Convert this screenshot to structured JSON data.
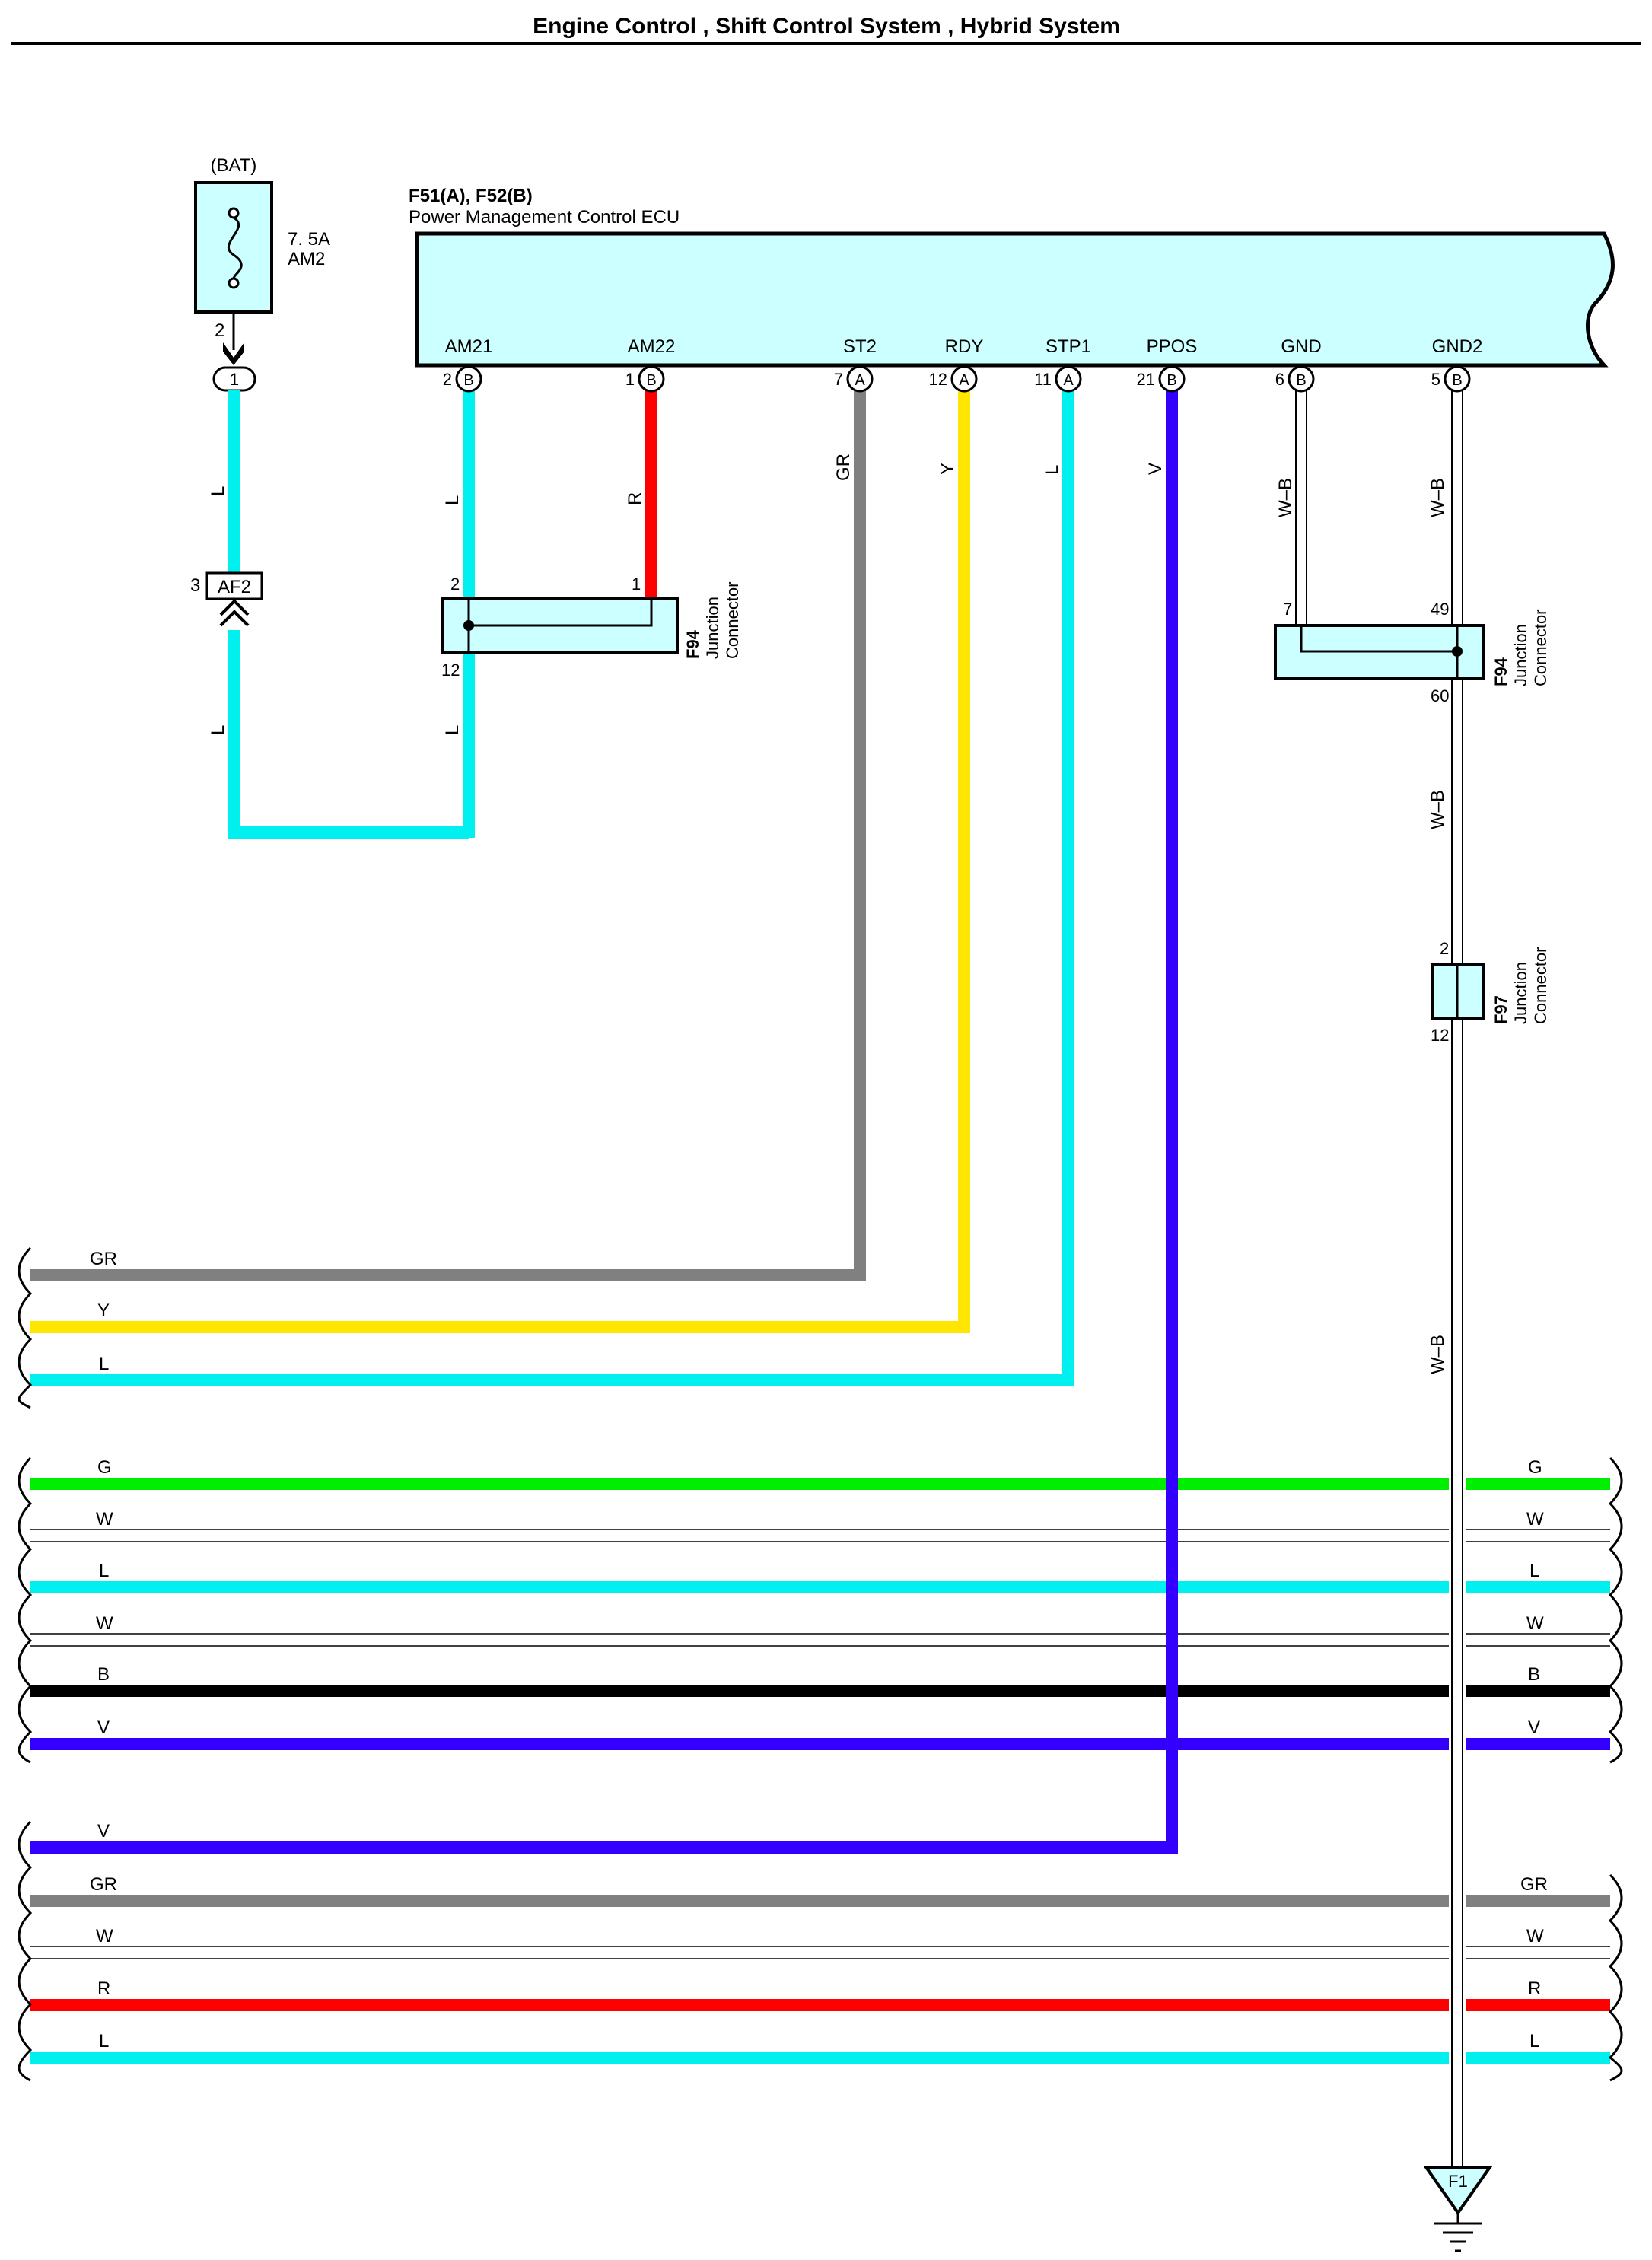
{
  "title": "Engine Control , Shift Control System , Hybrid System",
  "fuse": {
    "source": "(BAT)",
    "rating": "7. 5A",
    "name": "AM2",
    "pin": "2"
  },
  "connector_1": "1",
  "af2": {
    "pin": "3",
    "name": "AF2"
  },
  "ecu": {
    "code": "F51(A), F52(B)",
    "name": "Power Management Control ECU",
    "terminals": [
      {
        "label": "AM21",
        "pin": "2",
        "conn": "B"
      },
      {
        "label": "AM22",
        "pin": "1",
        "conn": "B"
      },
      {
        "label": "ST2",
        "pin": "7",
        "conn": "A"
      },
      {
        "label": "RDY",
        "pin": "12",
        "conn": "A"
      },
      {
        "label": "STP1",
        "pin": "11",
        "conn": "A"
      },
      {
        "label": "PPOS",
        "pin": "21",
        "conn": "B"
      },
      {
        "label": "GND",
        "pin": "6",
        "conn": "B"
      },
      {
        "label": "GND2",
        "pin": "5",
        "conn": "B"
      }
    ]
  },
  "wire_labels": {
    "bat_l1": "L",
    "bat_l2": "L",
    "am21_l1": "L",
    "am21_l2": "L",
    "am22": "R",
    "st2": "GR",
    "rdy": "Y",
    "stp1": "L",
    "ppos": "V",
    "gnd": "W–B",
    "gnd2": "W–B",
    "gnd2_b": "W–B",
    "gnd2_c": "W–B"
  },
  "jc_left": {
    "code": "F94",
    "line1": "Junction",
    "line2": "Connector",
    "pin_a": "2",
    "pin_b": "1",
    "pin_c": "12"
  },
  "jc_right": {
    "code": "F94",
    "line1": "Junction",
    "line2": "Connector",
    "pin_a": "7",
    "pin_b": "49",
    "pin_c": "60"
  },
  "jc_f97": {
    "code": "F97",
    "line1": "Junction",
    "line2": "Connector",
    "pin_a": "2",
    "pin_b": "12"
  },
  "ground": "F1",
  "bus_group_1": [
    "GR",
    "Y",
    "L"
  ],
  "bus_group_2": [
    "G",
    "W",
    "L",
    "W",
    "B",
    "V"
  ],
  "bus_group_3": [
    "V",
    "GR",
    "W",
    "R",
    "L"
  ],
  "colors": {
    "L": "#00f0f0",
    "R": "#ff0000",
    "GR": "#808080",
    "Y": "#ffe600",
    "V": "#3300ff",
    "G": "#00ee00",
    "B": "#000000",
    "W": "#ffffff",
    "ecu_fill": "#ccffff"
  }
}
